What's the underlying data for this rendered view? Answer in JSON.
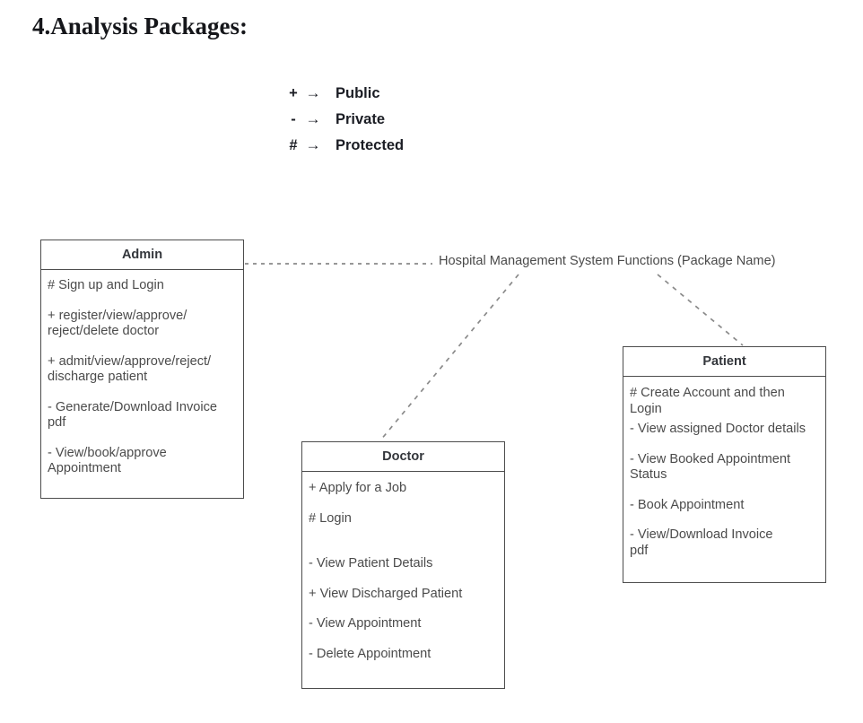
{
  "heading": "4.Analysis Packages:",
  "legend": {
    "rows": [
      {
        "symbol": "+",
        "arrow": "→",
        "label": "Public"
      },
      {
        "symbol": "-",
        "arrow": "→",
        "label": "Private"
      },
      {
        "symbol": "#",
        "arrow": "→",
        "label": "Protected"
      }
    ]
  },
  "package_label": "Hospital Management System Functions (Package Name)",
  "boxes": {
    "admin": {
      "title": "Admin",
      "items": [
        "# Sign up and Login",
        "+ register/view/approve/\nreject/delete doctor",
        "+ admit/view/approve/reject/\ndischarge patient",
        "- Generate/Download Invoice\npdf",
        "- View/book/approve\nAppointment"
      ]
    },
    "doctor": {
      "title": "Doctor",
      "items": [
        "+ Apply for a Job",
        "# Login",
        "- View Patient Details",
        "+ View Discharged Patient",
        "- View Appointment",
        "- Delete Appointment"
      ]
    },
    "patient": {
      "title": "Patient",
      "items": [
        "# Create Account and then\nLogin",
        "- View assigned Doctor details",
        "- View Booked Appointment\nStatus",
        "- Book Appointment",
        "- View/Download Invoice\npdf"
      ]
    }
  },
  "colors": {
    "box_border": "#4c4c4c",
    "title_text": "#33363b",
    "body_text": "#4b4b4b",
    "connector": "#8a8a8a",
    "heading_text": "#15161a",
    "background": "#ffffff"
  }
}
